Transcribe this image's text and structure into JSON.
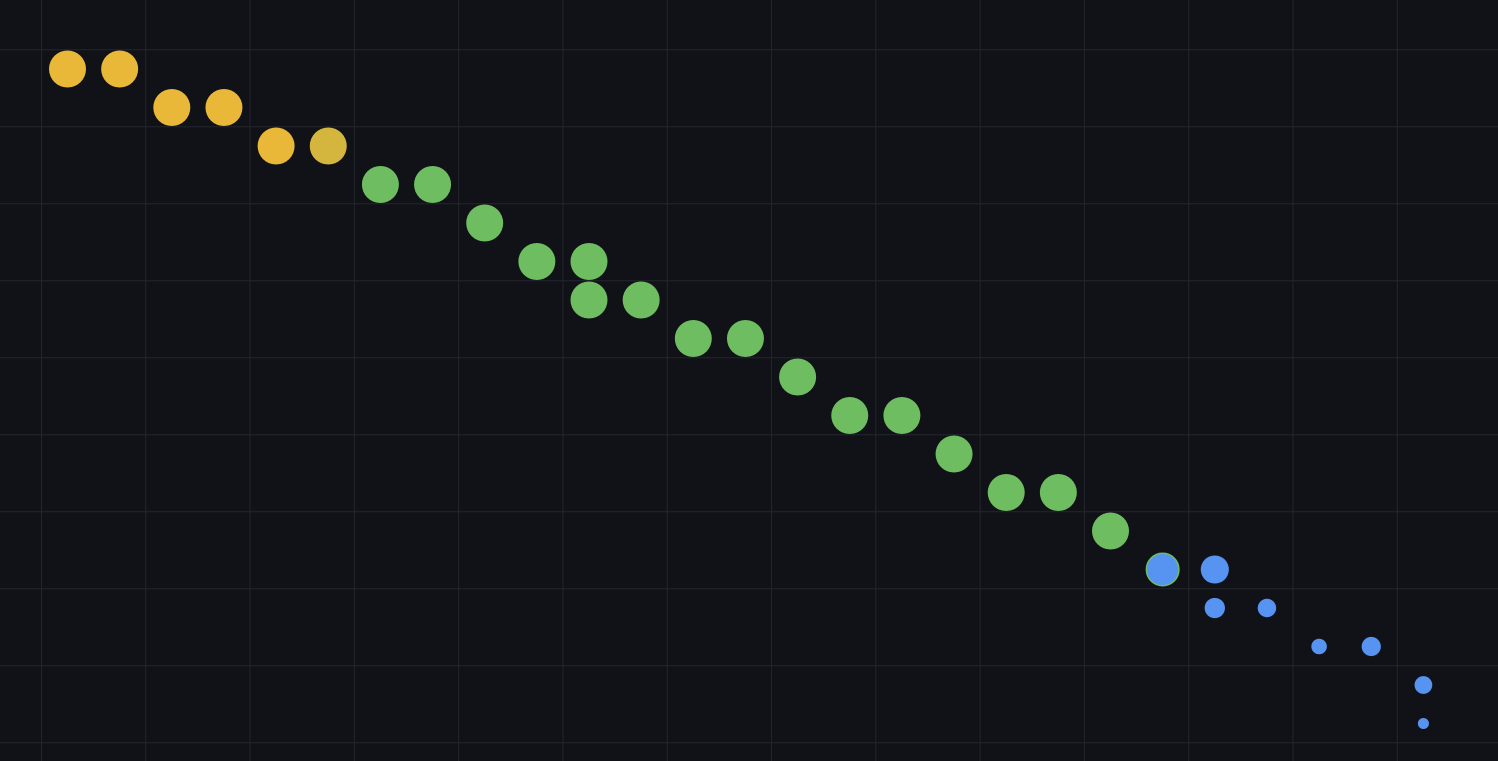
{
  "chart_data": {
    "type": "scatter",
    "title": "",
    "xlabel": "",
    "ylabel": "",
    "grid": true,
    "background": "#111217",
    "grid_color": "#24262e",
    "colors": {
      "yellow": "#eab839",
      "olive": "#d4b63f",
      "green": "#6ebe61",
      "blue": "#5794f2"
    },
    "xlim": [
      0.5,
      29.5
    ],
    "ylim": [
      0,
      19.5
    ],
    "points": [
      {
        "x": 1,
        "y": 18,
        "size": 1.0,
        "color": "yellow"
      },
      {
        "x": 2,
        "y": 18,
        "size": 1.0,
        "color": "yellow"
      },
      {
        "x": 3,
        "y": 17,
        "size": 1.0,
        "color": "yellow"
      },
      {
        "x": 4,
        "y": 17,
        "size": 1.0,
        "color": "yellow"
      },
      {
        "x": 5,
        "y": 16,
        "size": 1.0,
        "color": "yellow"
      },
      {
        "x": 6,
        "y": 16,
        "size": 1.0,
        "color": "olive"
      },
      {
        "x": 7,
        "y": 15,
        "size": 1.0,
        "color": "green"
      },
      {
        "x": 8,
        "y": 15,
        "size": 1.0,
        "color": "green"
      },
      {
        "x": 9,
        "y": 14,
        "size": 1.0,
        "color": "green"
      },
      {
        "x": 10,
        "y": 13,
        "size": 1.0,
        "color": "green"
      },
      {
        "x": 11,
        "y": 13,
        "size": 1.0,
        "color": "green"
      },
      {
        "x": 11,
        "y": 12,
        "size": 1.0,
        "color": "green"
      },
      {
        "x": 12,
        "y": 12,
        "size": 1.0,
        "color": "green"
      },
      {
        "x": 13,
        "y": 11,
        "size": 1.0,
        "color": "green"
      },
      {
        "x": 14,
        "y": 11,
        "size": 1.0,
        "color": "green"
      },
      {
        "x": 15,
        "y": 10,
        "size": 1.0,
        "color": "green"
      },
      {
        "x": 16,
        "y": 9,
        "size": 1.0,
        "color": "green"
      },
      {
        "x": 17,
        "y": 9,
        "size": 1.0,
        "color": "green"
      },
      {
        "x": 18,
        "y": 8,
        "size": 1.0,
        "color": "green"
      },
      {
        "x": 19,
        "y": 7,
        "size": 1.0,
        "color": "green"
      },
      {
        "x": 20,
        "y": 7,
        "size": 1.0,
        "color": "green"
      },
      {
        "x": 21,
        "y": 6,
        "size": 1.0,
        "color": "green"
      },
      {
        "x": 22,
        "y": 5,
        "size": 0.88,
        "color": "blue",
        "outline": "green"
      },
      {
        "x": 23,
        "y": 5,
        "size": 0.76,
        "color": "blue"
      },
      {
        "x": 23,
        "y": 4,
        "size": 0.55,
        "color": "blue"
      },
      {
        "x": 24,
        "y": 4,
        "size": 0.5,
        "color": "blue"
      },
      {
        "x": 25,
        "y": 3,
        "size": 0.42,
        "color": "blue"
      },
      {
        "x": 26,
        "y": 3,
        "size": 0.52,
        "color": "blue"
      },
      {
        "x": 27,
        "y": 2,
        "size": 0.48,
        "color": "blue"
      },
      {
        "x": 27,
        "y": 1,
        "size": 0.3,
        "color": "blue"
      }
    ]
  }
}
